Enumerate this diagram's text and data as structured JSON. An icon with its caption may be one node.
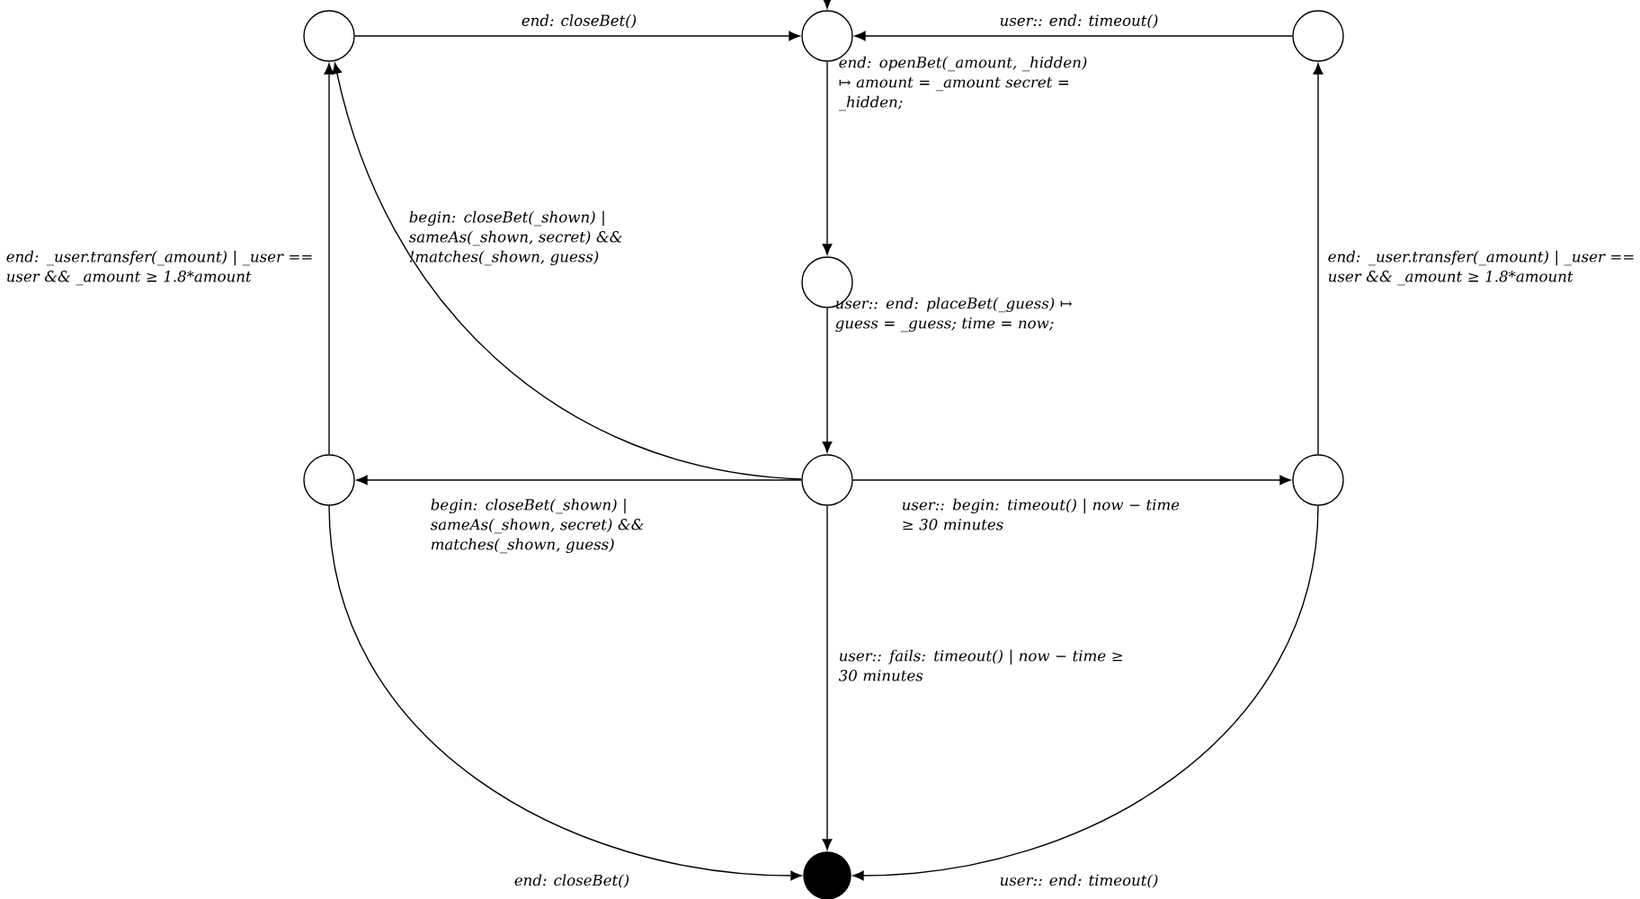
{
  "diagram": {
    "nodes": [
      {
        "text": [],
        "shape": "circle"
      },
      {
        "text": [],
        "shape": "circle"
      },
      {
        "text": [],
        "shape": "circle"
      },
      {
        "text": [],
        "shape": "circle"
      },
      {
        "text": [],
        "shape": "circle"
      },
      {
        "text": [],
        "shape": "circle"
      },
      {
        "text": [],
        "shape": "circle"
      },
      {
        "text": [],
        "shape": "dot"
      }
    ],
    "edges": [
      {
        "from": null,
        "to": 1,
        "arrow": "to"
      },
      {
        "from": 0,
        "to": 1,
        "arrow": "to",
        "label": "end: closeBet()"
      },
      {
        "from": 2,
        "to": 1,
        "arrow": "to",
        "label": "user:: end: timeout()"
      },
      {
        "from": 1,
        "to": 3,
        "arrow": "to",
        "label": "end: openBet(_amount, _hidden) ↦ amount = _amount secret = _hidden;"
      },
      {
        "from": 3,
        "to": 5,
        "arrow": "to",
        "label": "user:: end: placeBet(_guess) ↦ guess = _guess; time = now;"
      },
      {
        "from": 5,
        "to": 0,
        "arrow": "to",
        "label": "begin: closeBet(_shown) | sameAs(_shown, secret) && !matches(_shown, guess)"
      },
      {
        "from": 4,
        "to": 0,
        "arrow": "to",
        "label": "end: _user.transfer(_amount) | _user == user && _amount ≥ 1.8*amount"
      },
      {
        "from": 5,
        "to": 4,
        "arrow": "to",
        "label": "begin: closeBet(_shown) | sameAs(_shown, secret) && matches(_shown, guess)"
      },
      {
        "from": 5,
        "to": 6,
        "arrow": "to",
        "label": "user:: begin: timeout() | now − time ≥ 30 minutes"
      },
      {
        "from": 6,
        "to": 2,
        "arrow": "to",
        "label": "end: _user.transfer(_amount) | _user == user && _amount ≥ 1.8*amount"
      },
      {
        "from": 5,
        "to": 7,
        "arrow": "to",
        "label": "user:: fails: timeout() | now − time ≥ 30 minutes"
      },
      {
        "from": 4,
        "to": 7,
        "arrow": "to",
        "label": "end: closeBet()"
      },
      {
        "from": 6,
        "to": 7,
        "arrow": "to",
        "label": "user:: end: timeout()"
      }
    ]
  }
}
